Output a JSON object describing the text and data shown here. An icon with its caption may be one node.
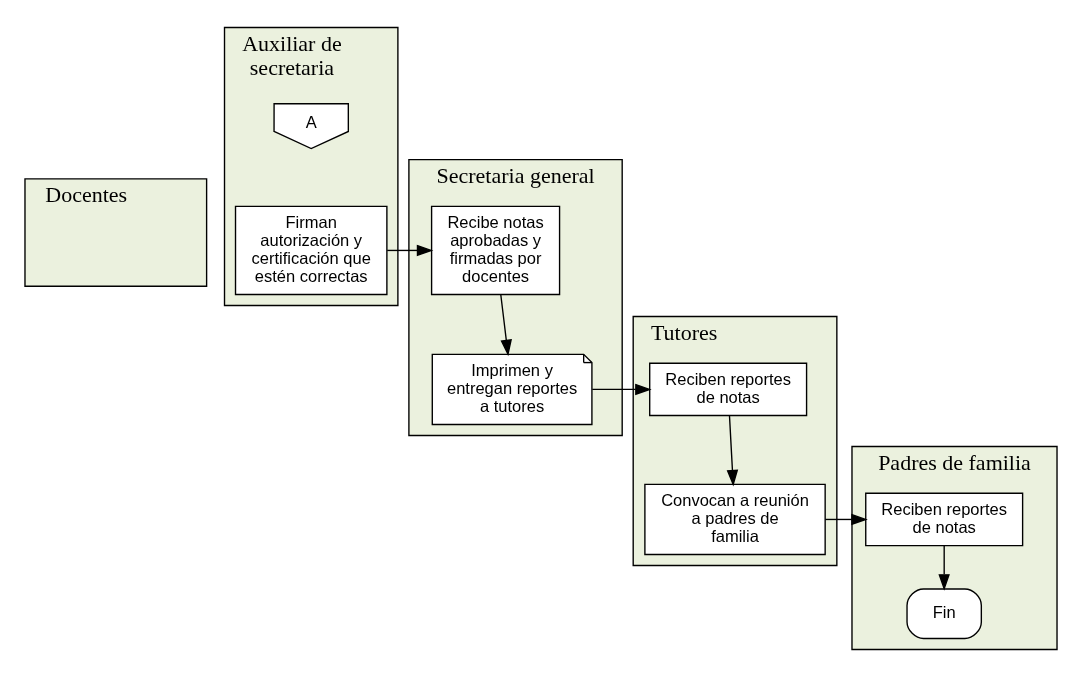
{
  "diagram": {
    "nodes": [
      {
        "text": [
          "Docentes"
        ]
      },
      {
        "text": [
          "Auxiliar de secretaria"
        ]
      },
      {
        "text": [
          "Secretaria general"
        ]
      },
      {
        "text": [
          "Tutores"
        ]
      },
      {
        "text": [
          "Padres de familia"
        ]
      },
      {
        "text": [
          "A"
        ],
        "in": 1
      },
      {
        "text": [
          "Firman autorización y certificación que estén correctas"
        ],
        "in": 1
      },
      {
        "text": [
          "Recibe notas aprobadas y firmadas por docentes"
        ],
        "in": 2
      },
      {
        "text": [
          "Imprimen y entregan reportes a tutores"
        ],
        "in": 2
      },
      {
        "text": [
          "Reciben reportes de notas"
        ],
        "in": 3
      },
      {
        "text": [
          "Convocan a reunión a padres de familia"
        ],
        "in": 3
      },
      {
        "text": [
          "Reciben reportes de notas"
        ],
        "in": 4
      },
      {
        "text": [
          "Fin"
        ],
        "in": 4
      }
    ],
    "edges": [
      {
        "from": 6,
        "to": 7,
        "arrow": "to"
      },
      {
        "from": 7,
        "to": 8,
        "arrow": "to"
      },
      {
        "from": 8,
        "to": 9,
        "arrow": "to"
      },
      {
        "from": 9,
        "to": 10,
        "arrow": "to"
      },
      {
        "from": 10,
        "to": 11,
        "arrow": "to"
      },
      {
        "from": 11,
        "to": 12,
        "arrow": "to"
      }
    ]
  }
}
